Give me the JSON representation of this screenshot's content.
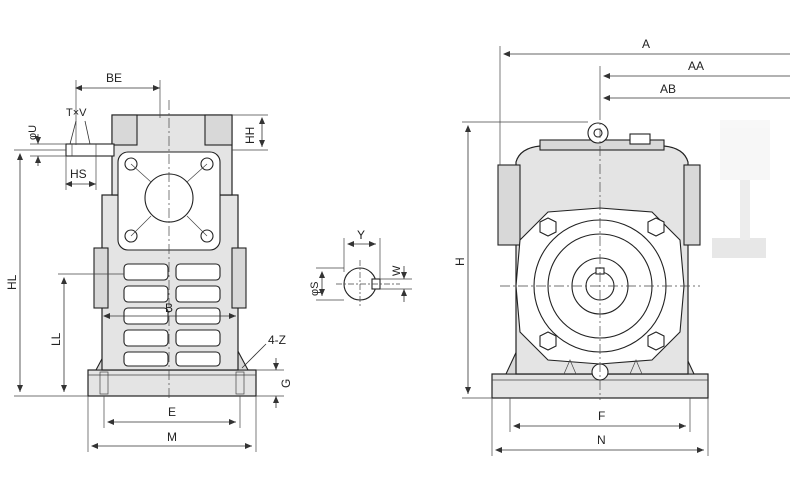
{
  "left_view": {
    "labels": {
      "be": "BE",
      "txv": "T×V",
      "phi_u": "φU",
      "hs": "HS",
      "hh": "HH",
      "hl": "HL",
      "ll": "LL",
      "b": "B",
      "four_z": "4-Z",
      "g": "G",
      "e": "E",
      "m": "M"
    }
  },
  "shaft_section": {
    "labels": {
      "y": "Y",
      "w": "W",
      "phi_s": "φS"
    }
  },
  "right_view": {
    "labels": {
      "a": "A",
      "aa": "AA",
      "ab": "AB",
      "h": "H",
      "f": "F",
      "n": "N"
    }
  }
}
